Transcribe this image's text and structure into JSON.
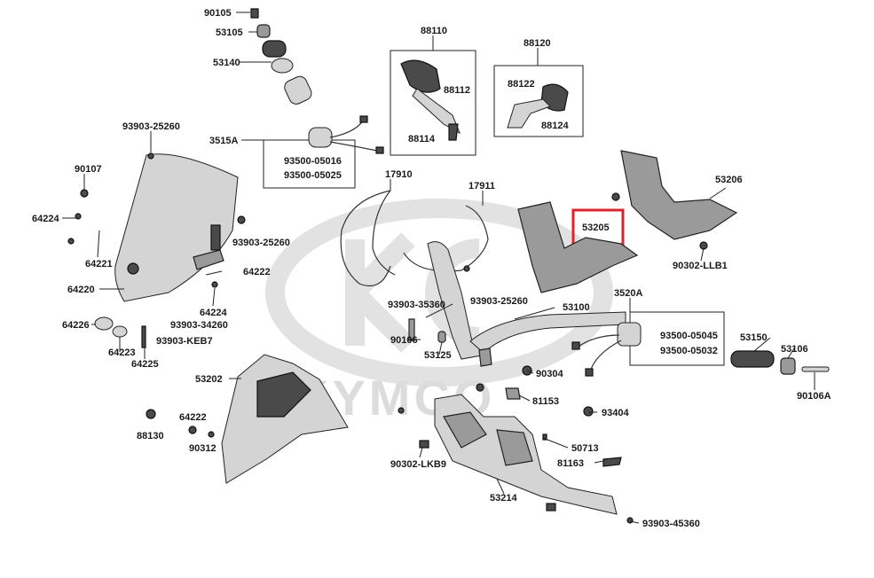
{
  "watermark": {
    "text": "KYMCO"
  },
  "highlighted_part": "53205",
  "labels": {
    "l90105": "90105",
    "l53105": "53105",
    "l53140": "53140",
    "l88110": "88110",
    "l88112": "88112",
    "l88114": "88114",
    "l88120": "88120",
    "l88122": "88122",
    "l88124": "88124",
    "l93903_25260a": "93903-25260",
    "l3515A": "3515A",
    "l93500_05016": "93500-05016",
    "l93500_05025": "93500-05025",
    "l90107": "90107",
    "l17910": "17910",
    "l17911": "17911",
    "l53206": "53206",
    "l64224a": "64224",
    "l93903_25260b": "93903-25260",
    "l53205": "53205",
    "l64221": "64221",
    "l90302_LLB1": "90302-LLB1",
    "l64222a": "64222",
    "l64220": "64220",
    "l93903_25260c": "93903-25260",
    "l64224b": "64224",
    "l93903_35360": "93903-35360",
    "l53100": "53100",
    "l3520A": "3520A",
    "l64226": "64226",
    "l93903_34260": "93903-34260",
    "l93903_KEB7": "93903-KEB7",
    "l90106": "90106",
    "l93500_05045": "93500-05045",
    "l53150": "53150",
    "l64223": "64223",
    "l93500_05032": "93500-05032",
    "l53106": "53106",
    "l64225": "64225",
    "l53125": "53125",
    "l90304": "90304",
    "l53202": "53202",
    "l90106A": "90106A",
    "l81153": "81153",
    "l64222b": "64222",
    "l93404": "93404",
    "l88130": "88130",
    "l90312": "90312",
    "l50713": "50713",
    "l81163": "81163",
    "l90302_LKB9": "90302-LKB9",
    "l53214": "53214",
    "l93903_45360": "93903-45360"
  }
}
